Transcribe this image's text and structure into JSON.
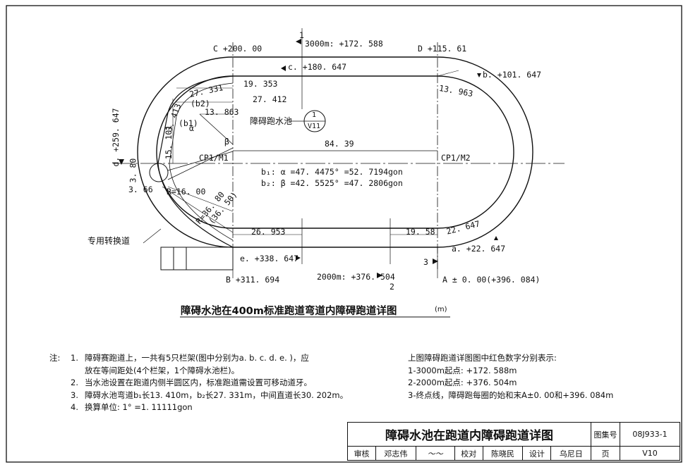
{
  "drawing": {
    "points": {
      "C": "C +200. 00",
      "D": "D +115. 61",
      "B": "B +311. 694",
      "A": "A ± 0. 00(+396. 084)"
    },
    "hurdles": {
      "a": "a. +22. 647",
      "b": "b. +101. 647",
      "c": "c. +180. 647",
      "d": "d. +259. 647",
      "e": "e. +338. 647"
    },
    "starts": {
      "m3000": "3000m: +172. 588",
      "m2000": "2000m: +376. 504"
    },
    "markers": {
      "one": "1",
      "two": "2",
      "three": "3"
    },
    "dims": {
      "d19_353": "19. 353",
      "d27_412": "27. 412",
      "d27_331": "27. 331",
      "d13_863": "13. 863",
      "d13_963": "13. 963",
      "d84_39": "84. 39",
      "d26_953": "26. 953",
      "d19_58": "19. 58",
      "d22_647": "22. 647",
      "d15_101": "15. 101",
      "d3_413": "3. 413",
      "d3_80": "3. 80",
      "d3_66": "3. 66",
      "r16": "R=16. 00",
      "r36": "R=36. 80",
      "r36b": "(36. 50)",
      "b1": "(b1)",
      "b2": "(b2)",
      "alpha": "α",
      "beta": "β"
    },
    "cp1": "CP1/M1",
    "cp2": "CP1/M2",
    "pool_label": "障碍跑水池",
    "ref_top": "1",
    "ref_bottom": "V11",
    "turnway": "专用转换道",
    "formula1": "b₁: α =47. 4475° =52. 7194gon",
    "formula2": "b₂: β =42. 5525° =47. 2806gon",
    "caption": "障碍水池在400m标准跑道弯道内障碍跑道详图",
    "caption_unit": "(m)"
  },
  "notes": {
    "lead": "注:",
    "items": [
      {
        "n": "1.",
        "text": "障碍赛跑道上，一共有5只栏架(图中分别为a. b. c. d. e. )，应"
      },
      {
        "n": "",
        "text": "放在等间距处(4个栏架，1个障碍水池栏)。"
      },
      {
        "n": "2.",
        "text": "当水池设置在跑道内侧半圆区内，标准跑道需设置可移动道牙。"
      },
      {
        "n": "3.",
        "text": "障碍水池弯道b₁长13. 410m，b₂长27. 331m，中间直道长30. 202m。"
      },
      {
        "n": "4.",
        "text": "换算单位: 1° =1. 11111gon"
      }
    ],
    "right": [
      "上图障碍跑道详图图中红色数字分别表示:",
      "1-3000m起点: +172. 588m",
      "2-2000m起点: +376. 504m",
      "3-终点线，障碍跑每圈的始和末A±0. 00和+396. 084m"
    ]
  },
  "titleblock": {
    "title": "障碍水池在跑道内障碍跑道详图",
    "atlas_label": "图集号",
    "atlas_no": "08J933-1",
    "page_label": "页",
    "page_no": "V10",
    "review_label": "审核",
    "reviewer": "邓志伟",
    "check_label": "校对",
    "checker": "陈晓民",
    "design_label": "设计",
    "designer": "乌尼日"
  }
}
